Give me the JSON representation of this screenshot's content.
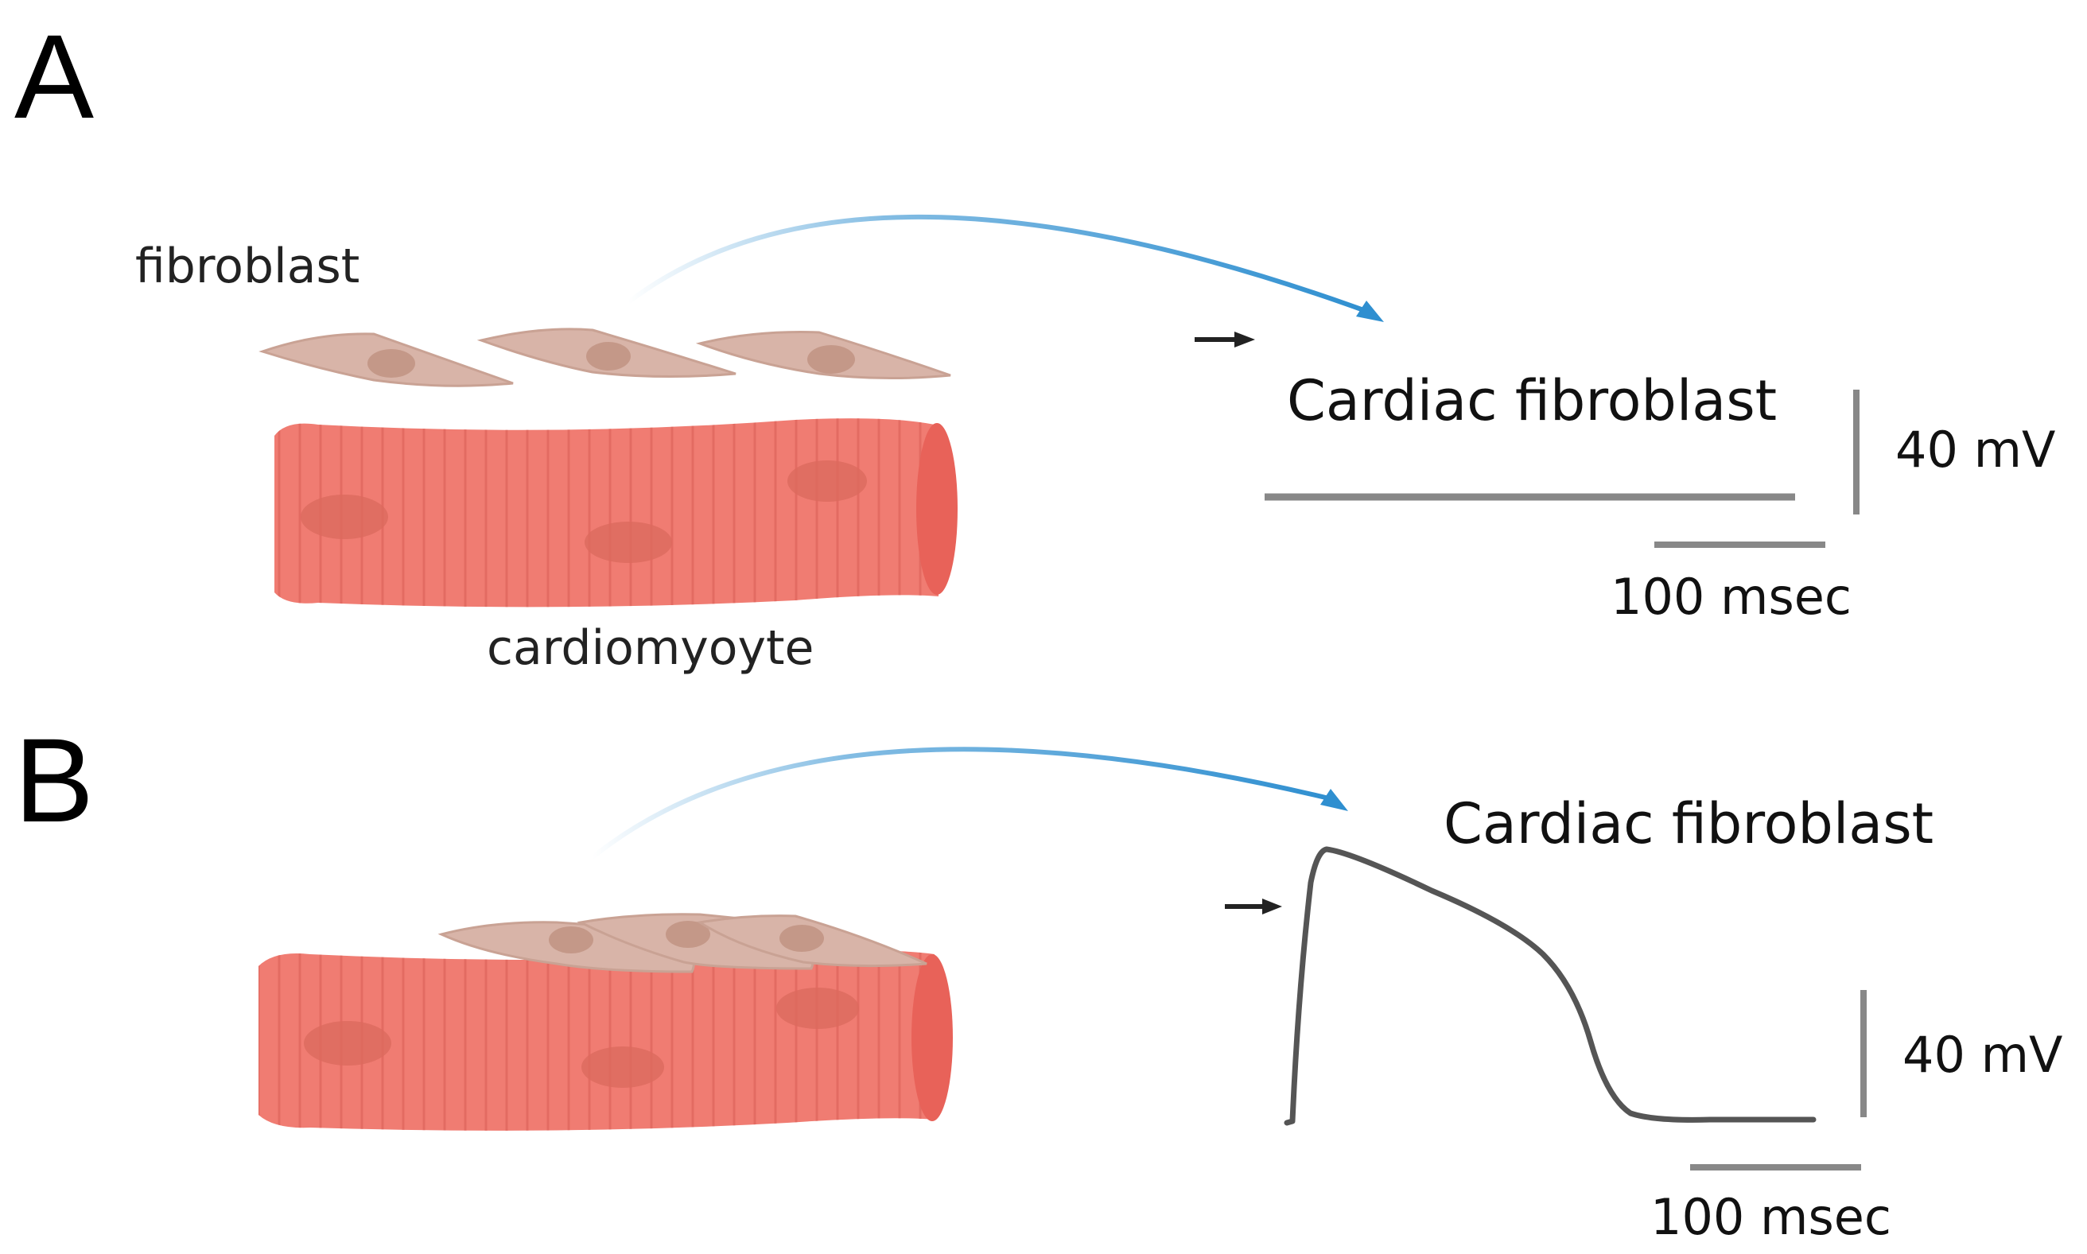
{
  "panels": {
    "a": {
      "letter": "A",
      "fibroblast_label": "fibroblast",
      "cardiomyocyte_label": "cardiomyoyte",
      "trace_title": "Cardiac fibroblast",
      "scale_voltage": "40 mV",
      "scale_time": "100 msec"
    },
    "b": {
      "letter": "B",
      "trace_title": "Cardiac fibroblast",
      "scale_voltage": "40 mV",
      "scale_time": "100 msec"
    }
  },
  "colors": {
    "muscle": "#f07c72",
    "muscle_stripe": "#e0675e",
    "muscle_end": "#e86259",
    "muscle_nucleus": "#dc6a5e",
    "fibroblast": "#d8b4a8",
    "fibroblast_nucleus": "#c49888",
    "arrow_blue": "#2f8fd0",
    "trace": "#555555",
    "scale_bar": "#888888"
  }
}
